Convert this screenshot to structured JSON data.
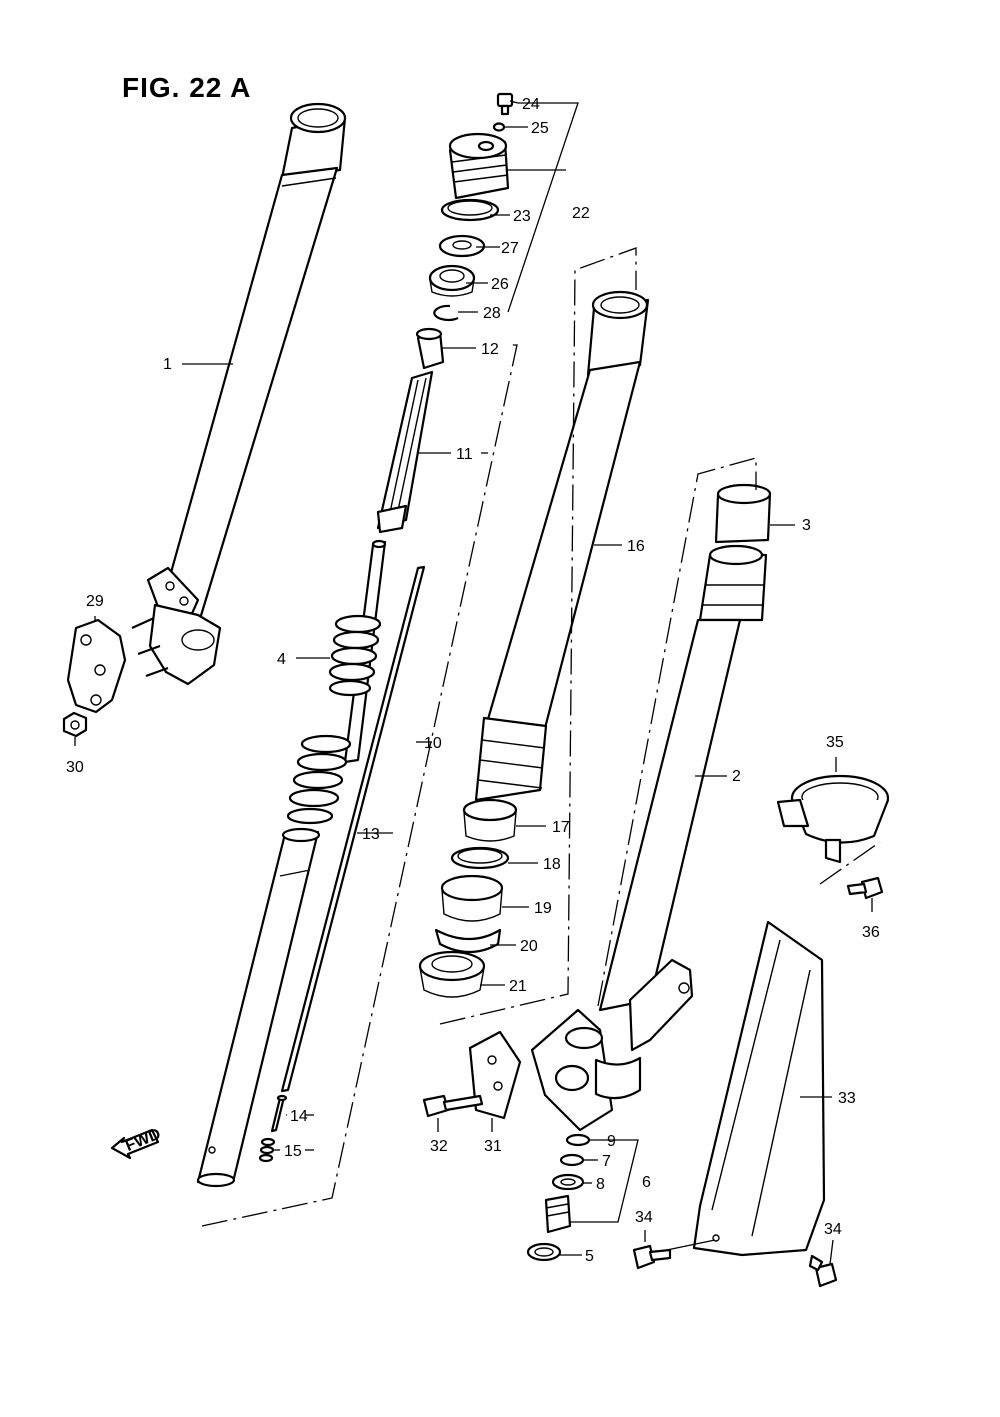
{
  "figure": {
    "title": "FIG. 22 A"
  },
  "fwd_arrow": {
    "label": "FWD"
  },
  "callouts": [
    {
      "id": "c1",
      "num": "1"
    },
    {
      "id": "c2",
      "num": "2"
    },
    {
      "id": "c3",
      "num": "3"
    },
    {
      "id": "c4",
      "num": "4"
    },
    {
      "id": "c5",
      "num": "5"
    },
    {
      "id": "c6",
      "num": "6"
    },
    {
      "id": "c7",
      "num": "7"
    },
    {
      "id": "c8",
      "num": "8"
    },
    {
      "id": "c9",
      "num": "9"
    },
    {
      "id": "c10",
      "num": "10"
    },
    {
      "id": "c11",
      "num": "11"
    },
    {
      "id": "c12",
      "num": "12"
    },
    {
      "id": "c13",
      "num": "13"
    },
    {
      "id": "c14",
      "num": "14"
    },
    {
      "id": "c15",
      "num": "15"
    },
    {
      "id": "c16",
      "num": "16"
    },
    {
      "id": "c17",
      "num": "17"
    },
    {
      "id": "c18",
      "num": "18"
    },
    {
      "id": "c19",
      "num": "19"
    },
    {
      "id": "c20",
      "num": "20"
    },
    {
      "id": "c21",
      "num": "21"
    },
    {
      "id": "c22",
      "num": "22"
    },
    {
      "id": "c23",
      "num": "23"
    },
    {
      "id": "c24",
      "num": "24"
    },
    {
      "id": "c25",
      "num": "25"
    },
    {
      "id": "c26",
      "num": "26"
    },
    {
      "id": "c27",
      "num": "27"
    },
    {
      "id": "c28",
      "num": "28"
    },
    {
      "id": "c29",
      "num": "29"
    },
    {
      "id": "c30",
      "num": "30"
    },
    {
      "id": "c31",
      "num": "31"
    },
    {
      "id": "c32",
      "num": "32"
    },
    {
      "id": "c33",
      "num": "33"
    },
    {
      "id": "c34a",
      "num": "34"
    },
    {
      "id": "c34b",
      "num": "34"
    },
    {
      "id": "c35",
      "num": "35"
    },
    {
      "id": "c36",
      "num": "36"
    }
  ]
}
